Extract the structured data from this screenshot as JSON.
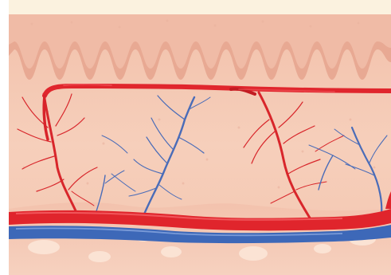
{
  "illustration": {
    "subject": "skin-cross-section-blood-vessels",
    "colors": {
      "epidermis_top": "#fbf2df",
      "dermis_upper": "#f4c9b4",
      "dermis_lower": "#f7d3c0",
      "papillae": "#e9ab96",
      "artery": "#e0252c",
      "artery_dark": "#c21c22",
      "vein": "#3d68b8",
      "vein_light": "#6b8fd0",
      "fat_cells": "#fbe4d6",
      "background": "#ffffff"
    },
    "icons": [
      "artery-vessel",
      "vein-vessel",
      "capillary-network",
      "fat-cell"
    ]
  }
}
